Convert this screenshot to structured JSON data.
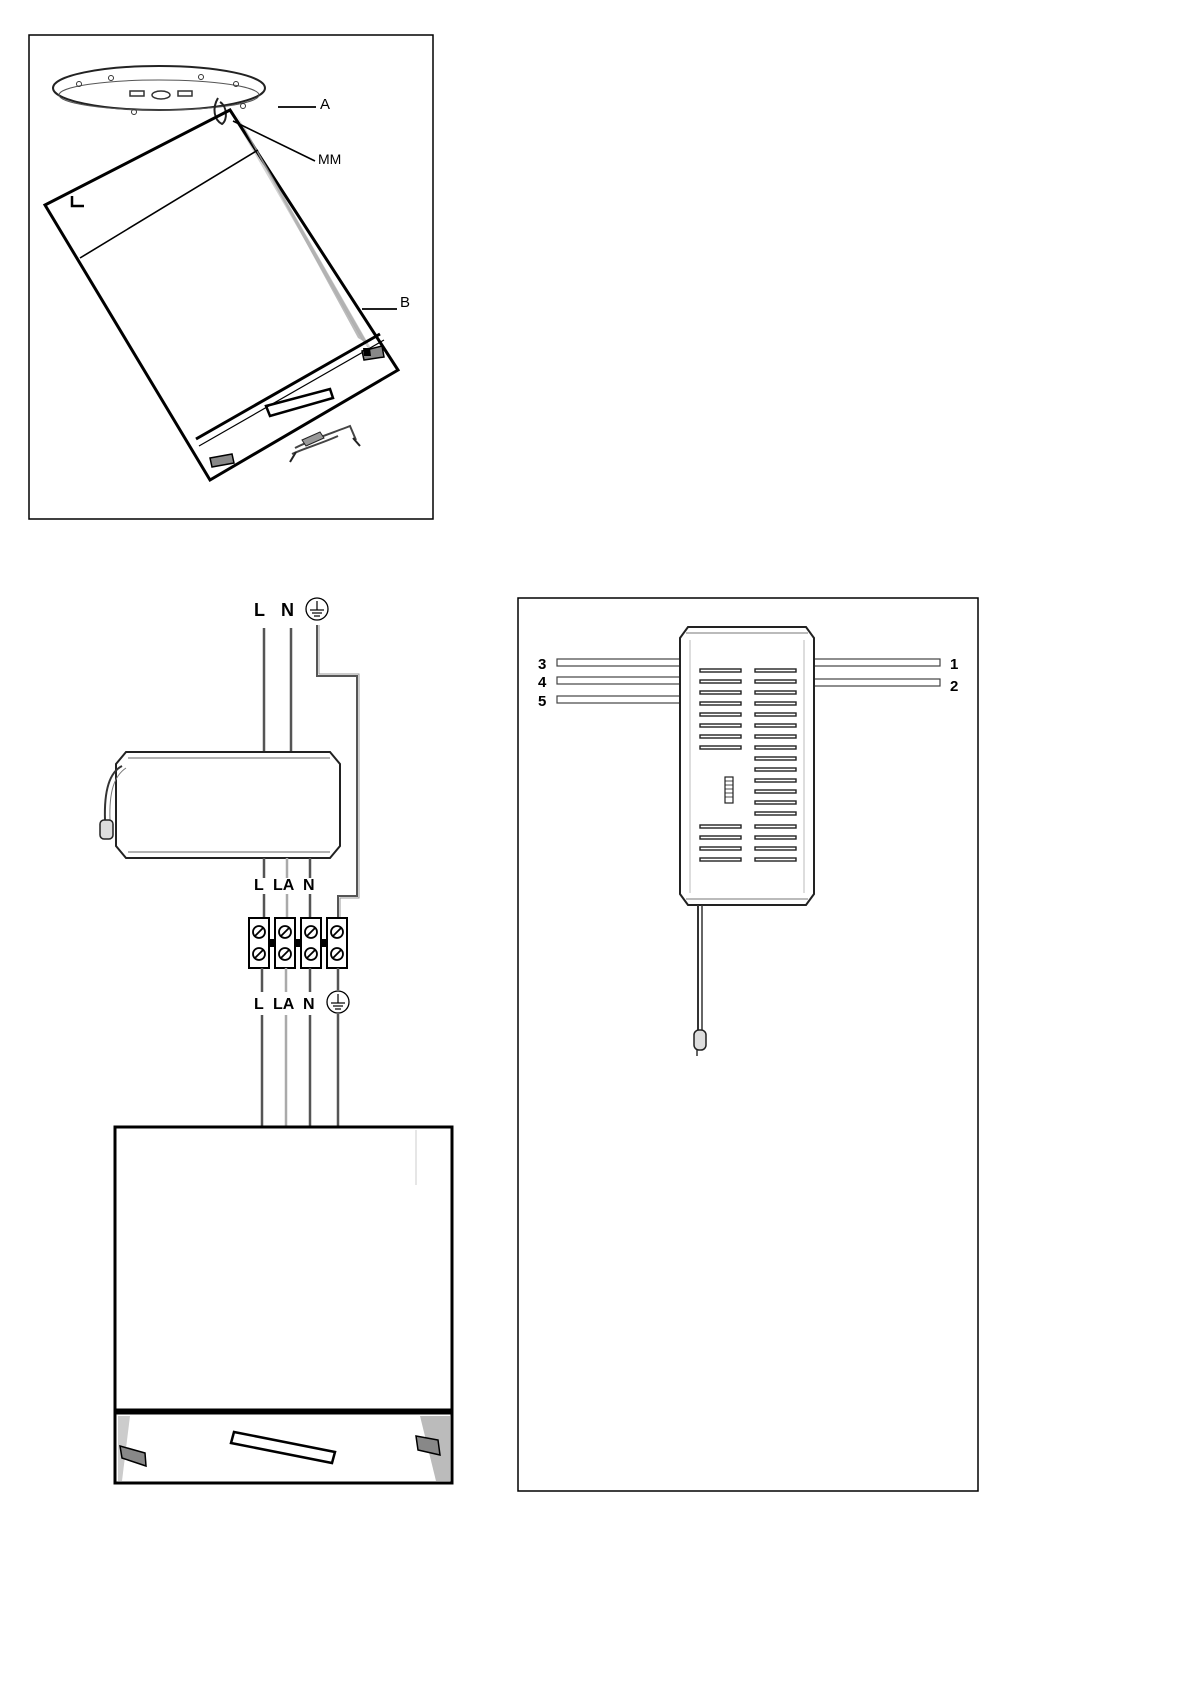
{
  "figure1": {
    "label_a": "A",
    "label_mm": "MM",
    "label_b": "B"
  },
  "figure2": {
    "top_l": "L",
    "top_n": "N",
    "mid_l": "L",
    "mid_la": "LA",
    "mid_n": "N",
    "bot_l": "L",
    "bot_la": "LA",
    "bot_n": "N"
  },
  "figure3": {
    "wire_1": "1",
    "wire_2": "2",
    "wire_3": "3",
    "wire_4": "4",
    "wire_5": "5"
  }
}
